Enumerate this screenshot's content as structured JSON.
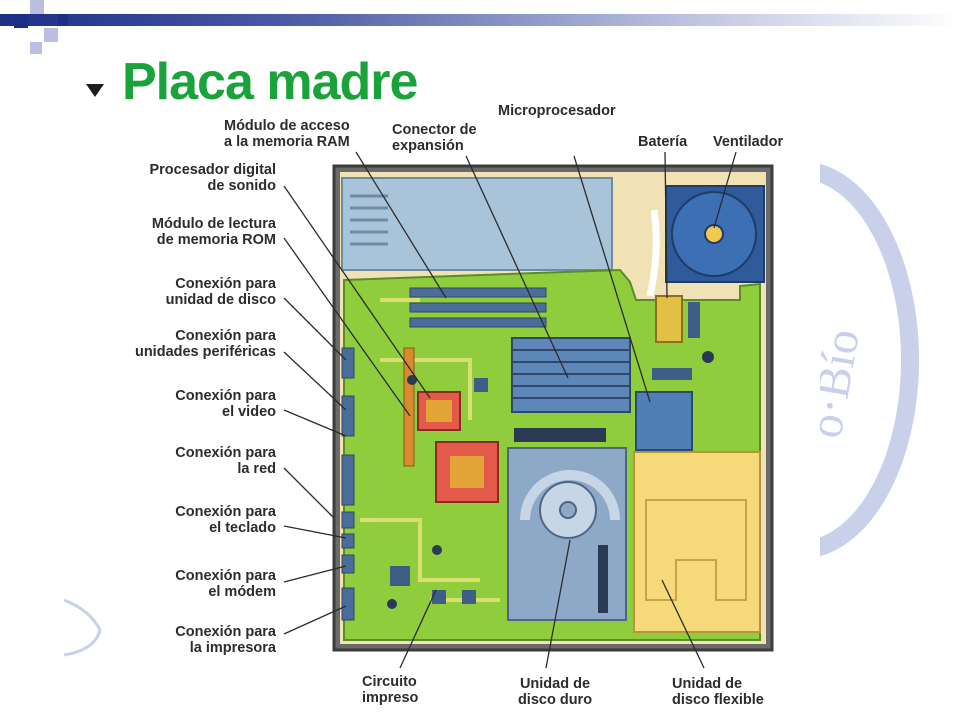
{
  "title": "Placa madre",
  "labels": {
    "ram": "Módulo de acceso\na la memoria RAM",
    "expansion": "Conector de\nexpansión",
    "cpu": "Microprocesador",
    "battery": "Batería",
    "fan": "Ventilador",
    "sound": "Procesador digital\nde sonido",
    "rom": "Módulo de lectura\nde memoria ROM",
    "disk": "Conexión para\nunidad de disco",
    "periph": "Conexión para\nunidades periféricas",
    "video": "Conexión para\nel video",
    "network": "Conexión para\nla red",
    "keyboard": "Conexión para\nel teclado",
    "modem": "Conexión para\nel módem",
    "printer": "Conexión para\nla impresora",
    "circuit": "Circuito\nimpreso",
    "hdd": "Unidad de\ndisco duro",
    "floppy": "Unidad de\ndisco flexible"
  },
  "colors": {
    "board": "#8fcd3c",
    "frame": "#5a5a5a",
    "title": "#1aa33a",
    "slide_bar": "#1c2f86"
  }
}
